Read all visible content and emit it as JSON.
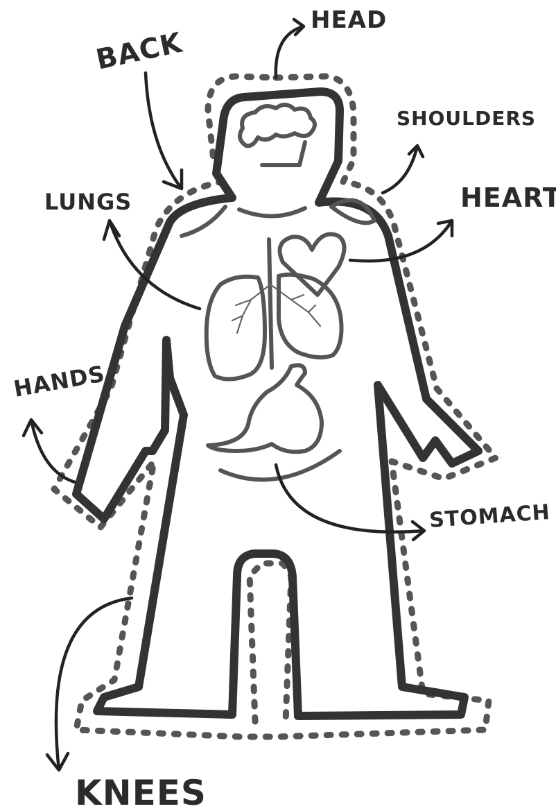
{
  "labels": {
    "back": "BACK",
    "head": "HEAD",
    "shoulders": "SHOULDERS",
    "lungs": "LUNGS",
    "heart": "HEART",
    "hands": "HANDS",
    "stomach": "STOMACH",
    "knees": "KNEES"
  },
  "colors": {
    "ink": "#333333",
    "aura": "#555555",
    "background": "#ffffff"
  }
}
